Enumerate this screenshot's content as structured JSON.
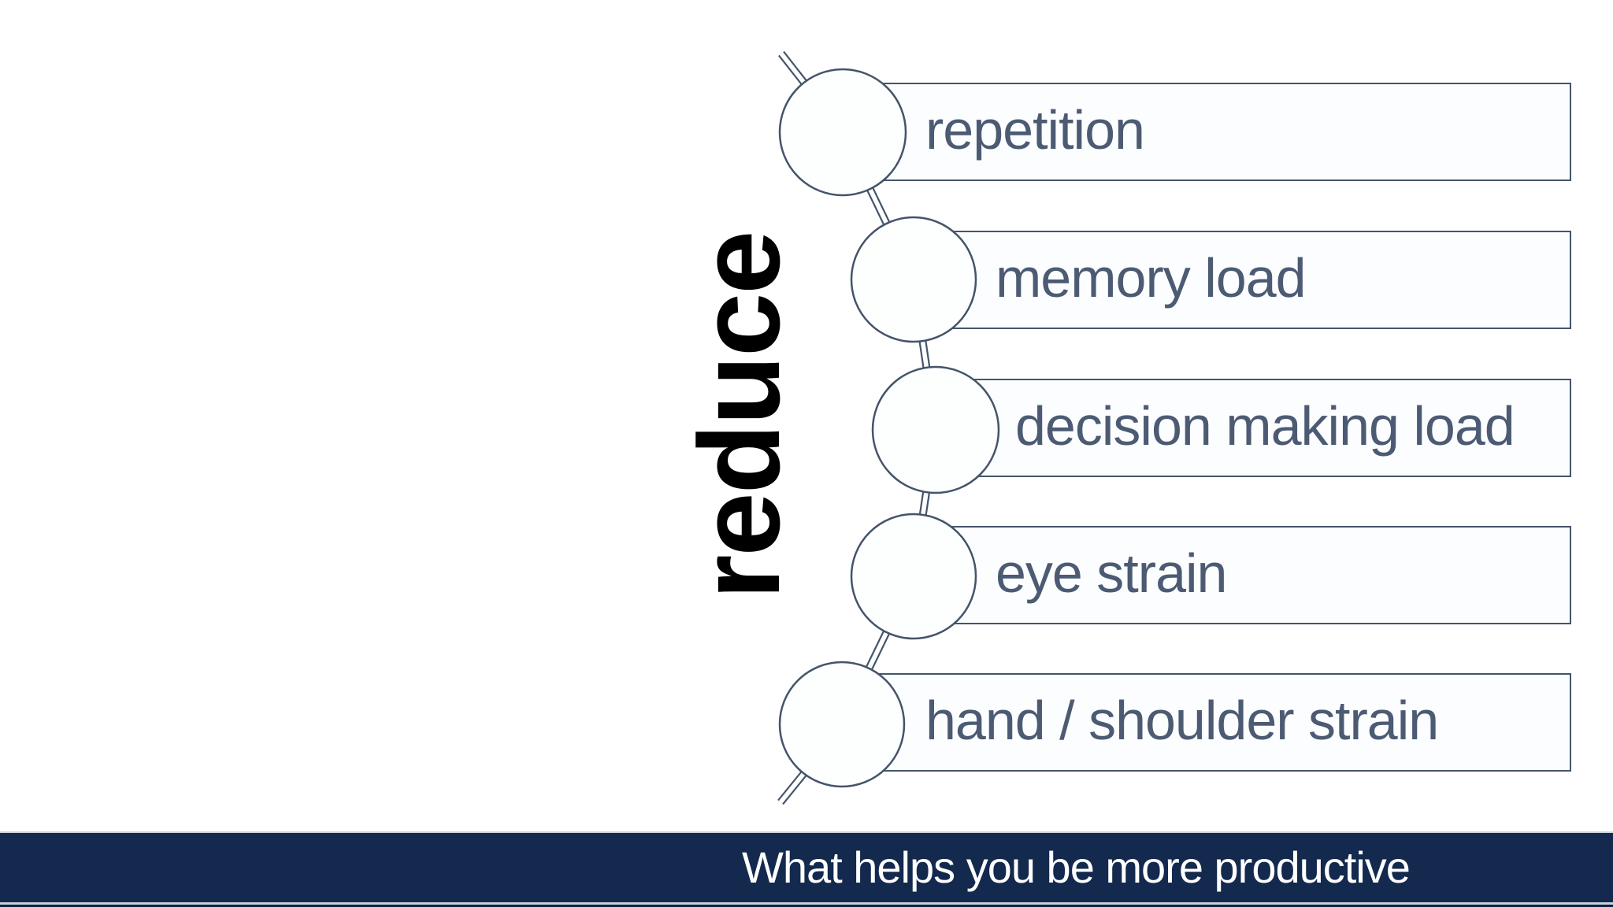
{
  "slide": {
    "diagram": {
      "vertical_label": "reduce",
      "items": [
        {
          "label": "repetition"
        },
        {
          "label": "memory load"
        },
        {
          "label": "decision making load"
        },
        {
          "label": "eye strain"
        },
        {
          "label": "hand / shoulder strain"
        }
      ]
    },
    "footer": {
      "title": "What helps you be more productive"
    },
    "colors": {
      "outline": "#44546a",
      "label_text": "#4c5b73",
      "vertical_label_text": "#000000",
      "box_fill": "#fcfdfe",
      "footer_bg": "#13294e",
      "footer_text": "#ffffff",
      "background": "#ffffff"
    }
  }
}
